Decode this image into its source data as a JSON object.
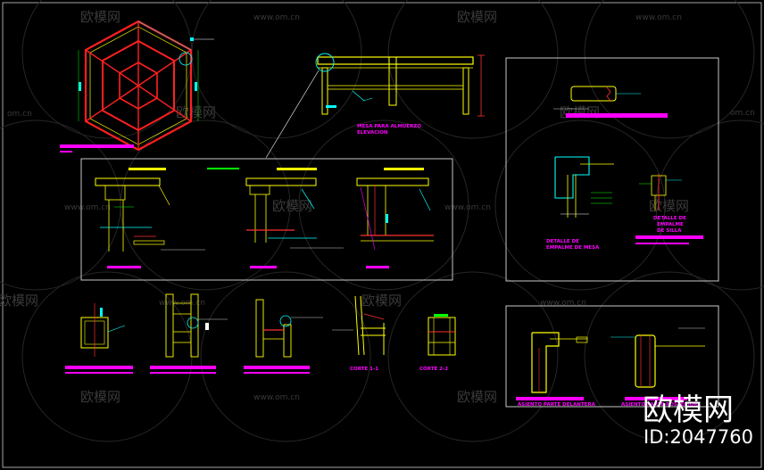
{
  "watermark": {
    "brand": "欧模网",
    "url": "www.om.cn",
    "url_partial": "om.cn"
  },
  "labels": {
    "mesa_elevacion": "MESA PARA ALMUERZO",
    "mesa_elevacion_2": "ELEVACION",
    "empalme_line1": "DETALLE DE",
    "empalme_line2": "EMPALME DE MESA",
    "silla_line1": "DETALLE DE",
    "silla_line2": "EMPALME",
    "silla_line3": "DE SILLA",
    "corte_1": "CORTE 1-1",
    "corte_2": "CORTE 2-2",
    "asiento": "ASIENTO PARTE DELANTERA",
    "asiento_2": "ASIENTO PARTE POSTERIOR"
  },
  "stamp": {
    "brand": "欧模网",
    "id": "ID:2047760"
  }
}
